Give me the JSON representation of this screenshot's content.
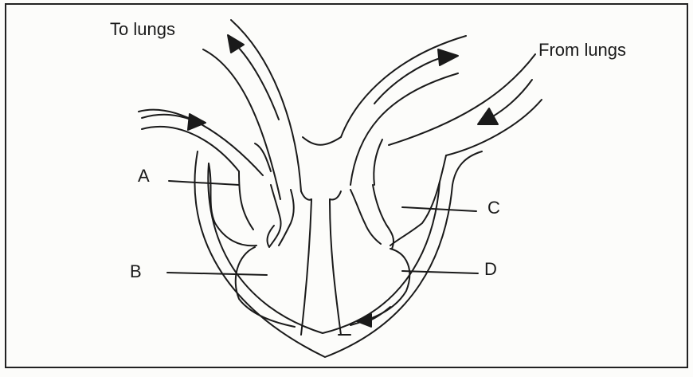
{
  "labels": {
    "to_lungs": "To lungs",
    "from_lungs": "From lungs",
    "a": "A",
    "b": "B",
    "c": "C",
    "d": "D"
  },
  "colors": {
    "ink": "#1a1a1a",
    "paper": "#fcfcfa"
  }
}
